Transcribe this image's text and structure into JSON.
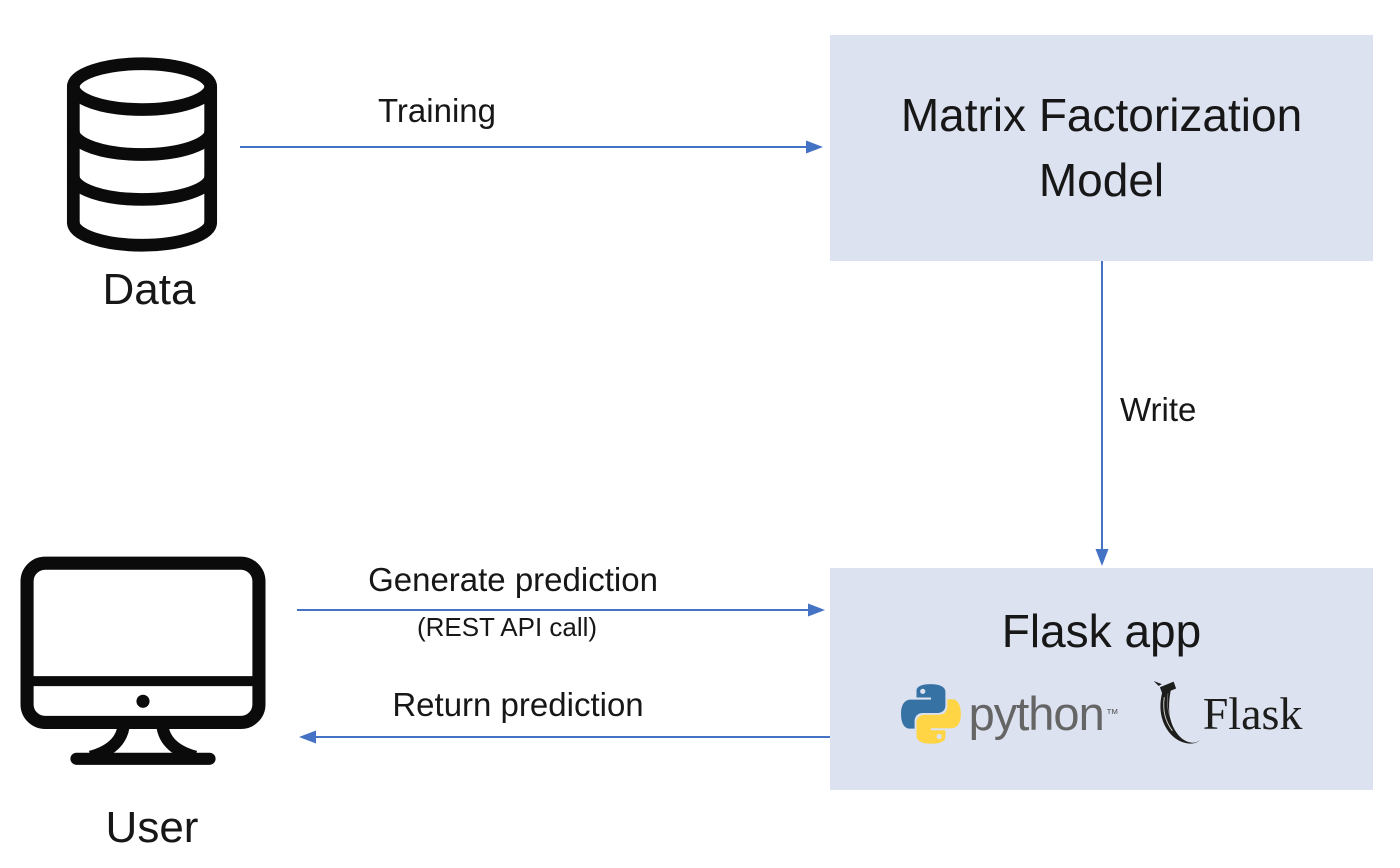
{
  "colors": {
    "box_fill": "#dce2f0",
    "arrow": "#4472c4",
    "text": "#171717",
    "python_blue": "#3772a4",
    "python_yellow": "#ffd545",
    "python_wordmark": "#656565",
    "flask_dark": "#1d1d1b",
    "icon_black": "#0b0b0b"
  },
  "nodes": {
    "data": {
      "label": "Data"
    },
    "user": {
      "label": "User"
    },
    "model": {
      "label": "Matrix Factorization Model"
    },
    "flask": {
      "title": "Flask app",
      "python_wordmark": "python",
      "python_trademark": "™",
      "flask_wordmark": "Flask"
    }
  },
  "edges": {
    "training": {
      "label": "Training"
    },
    "write": {
      "label": "Write"
    },
    "generate": {
      "label": "Generate prediction",
      "sublabel": "(REST API call)"
    },
    "return": {
      "label": "Return prediction"
    }
  }
}
